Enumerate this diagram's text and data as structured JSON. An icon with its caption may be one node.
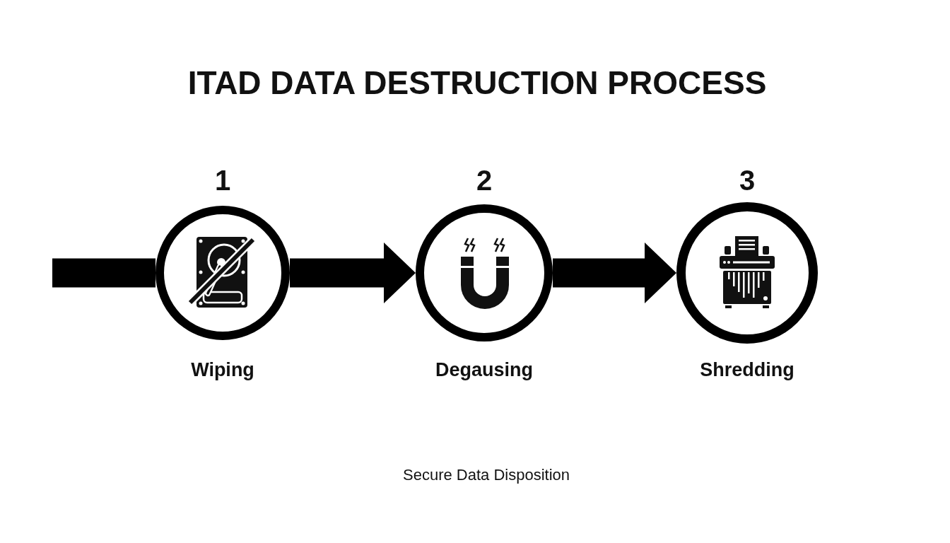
{
  "diagram": {
    "title": "ITAD DATA DESTRUCTION PROCESS",
    "nodes": [
      {
        "text": [
          "1",
          "Wiping"
        ]
      },
      {
        "text": [
          "2",
          "Degausing"
        ]
      },
      {
        "text": [
          "3",
          "Shredding"
        ]
      }
    ],
    "edges": [
      {
        "from": null,
        "to": 0,
        "arrow": "none"
      },
      {
        "from": 0,
        "to": 1,
        "arrow": "to"
      },
      {
        "from": 1,
        "to": 2,
        "arrow": "to"
      }
    ],
    "caption": "Secure Data Disposition"
  }
}
